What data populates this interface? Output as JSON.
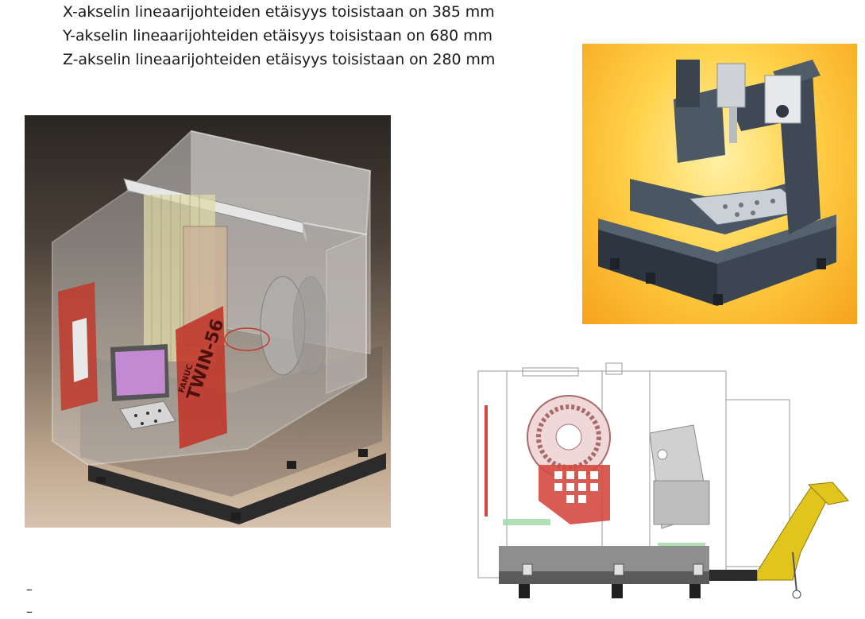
{
  "specs": [
    "X-akselin lineaarijohteiden etäisyys toisistaan on 385 mm",
    "Y-akselin lineaarijohteiden etäisyys toisistaan on 680 mm",
    "Z-akselin lineaarijohteiden etäisyys toisistaan on 280 mm"
  ],
  "machine_model_label": "TWIN-56",
  "machine_brand_label": "FANUC",
  "bullets": [
    "–",
    "–"
  ],
  "colors": {
    "text": "#1a1a1a",
    "render_background": "#4a4038",
    "photo_background": "#ffc02e",
    "machine_frame": "#3b4652",
    "door_red": "#c0392b",
    "chip_conveyor": "#e2c51c"
  },
  "figures": [
    {
      "name": "machine-enclosure-render",
      "kind": "3D render of enclosed machining center"
    },
    {
      "name": "machine-frame-photo",
      "kind": "photo of machining center frame"
    },
    {
      "name": "machine-side-drawing",
      "kind": "side view drawing with tool magazine and chip conveyor"
    }
  ]
}
